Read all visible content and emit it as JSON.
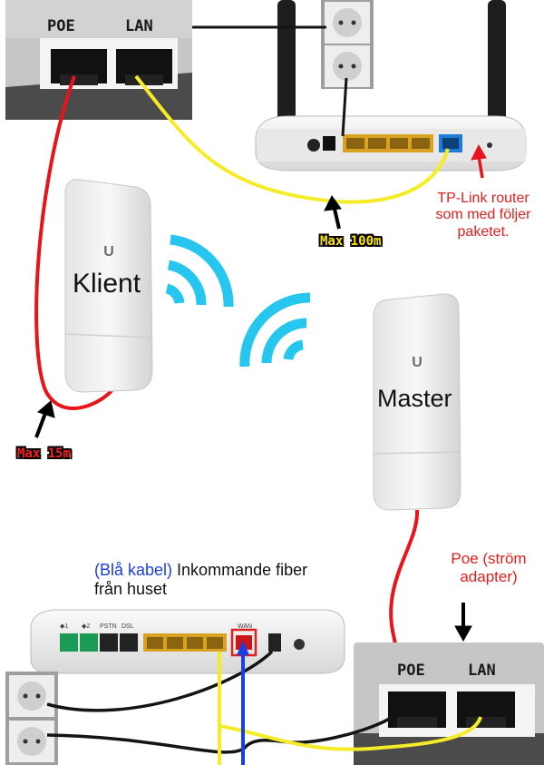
{
  "labels": {
    "poe": "POE",
    "lan": "LAN",
    "klient": "Klient",
    "master": "Master",
    "max_100m": "Max 100m",
    "max_15m": "Max 15m",
    "tp_link_router": "TP-Link router som med följer paketet.",
    "poe_adapter": "Poe (ström adapter)",
    "fiber_blue": "(Blå kabel)",
    "fiber_rest": " Inkommande fiber från huset",
    "fiber_wan": "WAN",
    "fiber_pstn": "PSTN",
    "fiber_dsl": "DSL"
  },
  "colors": {
    "red_cable": "#e8141b",
    "yellow_cable": "#f4ec28",
    "black_cable": "#141414",
    "blue_cable": "#1a3fe0",
    "wifi": "#26c6ee",
    "callout_red": "#e0201e"
  },
  "icons": [
    "ubiquiti-u-logo",
    "wifi-signal-icon",
    "power-socket-icon",
    "arrow-icon"
  ]
}
